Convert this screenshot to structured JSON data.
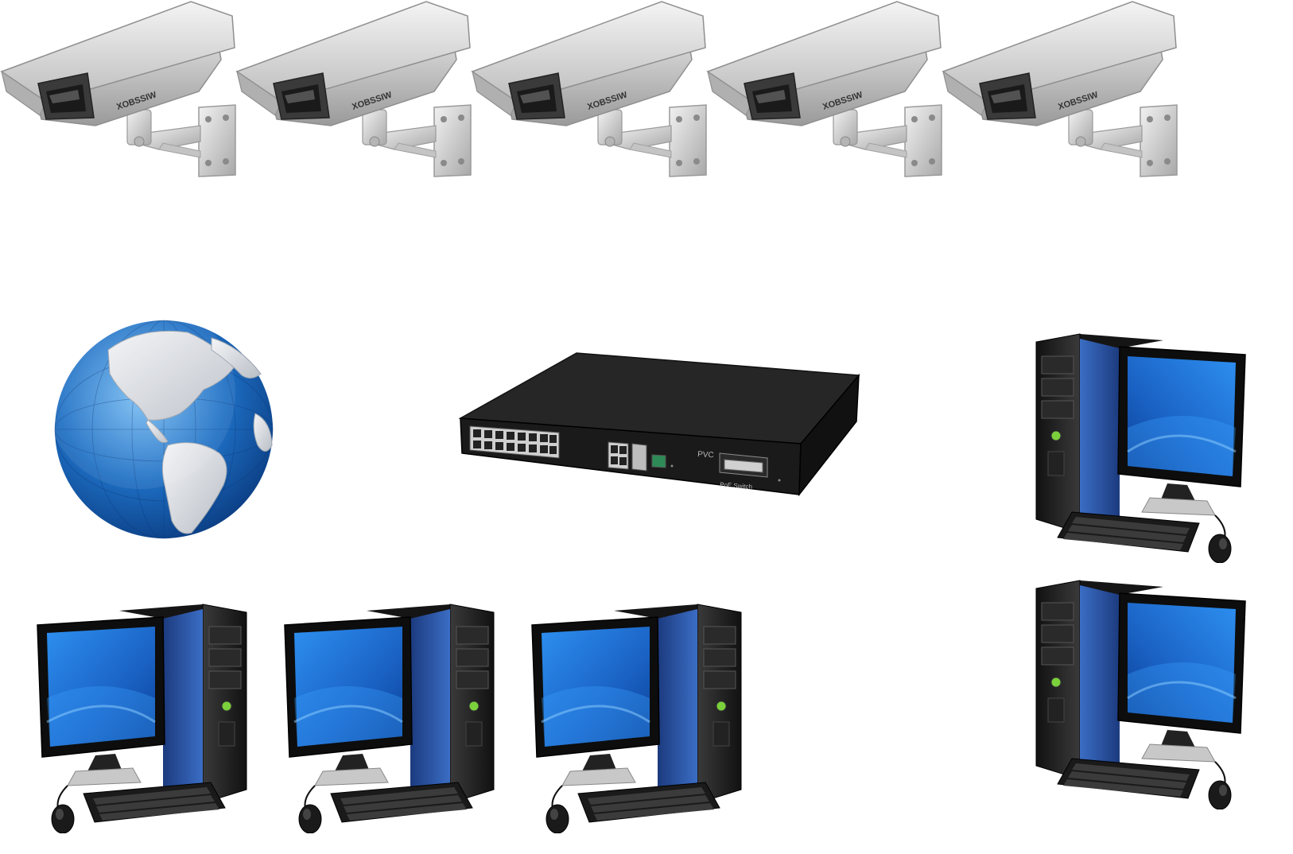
{
  "diagram": {
    "cameras": [
      {
        "brand": "XOBSSIW"
      },
      {
        "brand": "XOBSSIW"
      },
      {
        "brand": "XOBSSIW"
      },
      {
        "brand": "XOBSSIW"
      },
      {
        "brand": "XOBSSIW"
      }
    ],
    "switch": {
      "label": "PoE Switch",
      "logo": "PVC"
    },
    "globe": {
      "icon": "globe-icon"
    },
    "computers": [
      {
        "position": "right-upper"
      },
      {
        "position": "right-lower"
      },
      {
        "position": "bottom-1"
      },
      {
        "position": "bottom-2"
      },
      {
        "position": "bottom-3"
      }
    ],
    "colors": {
      "camera_body": "#d8d8d8",
      "switch_body": "#1c1c1c",
      "ocean": "#1e6fc4",
      "land": "#d9dde2",
      "screen": "#1a73d6",
      "tower": "#1e1e1e"
    }
  }
}
